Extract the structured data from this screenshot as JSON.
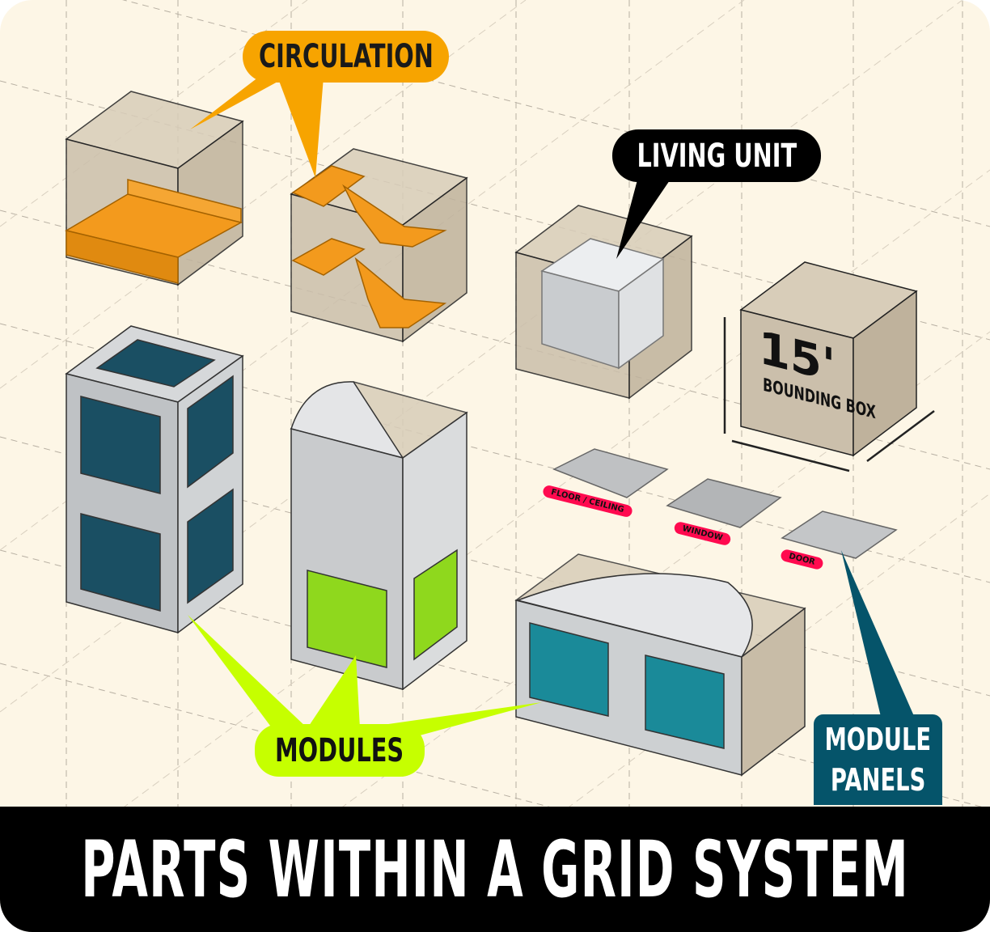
{
  "labels": {
    "circulation": "CIRCULATION",
    "living_unit": "LIVING UNIT",
    "modules": "MODULES",
    "module_panels_line1": "MODULE",
    "module_panels_line2": "PANELS",
    "bounding_size": "15'",
    "bounding_box": "BOUNDING BOX",
    "floor_ceiling": "FLOOR / CEILING",
    "window": "WINDOW",
    "door": "DOOR"
  },
  "title": "PARTS WITHIN A GRID SYSTEM",
  "colors": {
    "background": "#fdf6e6",
    "circulation": "#f7a400",
    "living_unit": "#000000",
    "modules": "#c6ff00",
    "module_panels": "#05546a",
    "panel_tag": "#ff0a4f",
    "module_interior": "#1a4f63"
  }
}
